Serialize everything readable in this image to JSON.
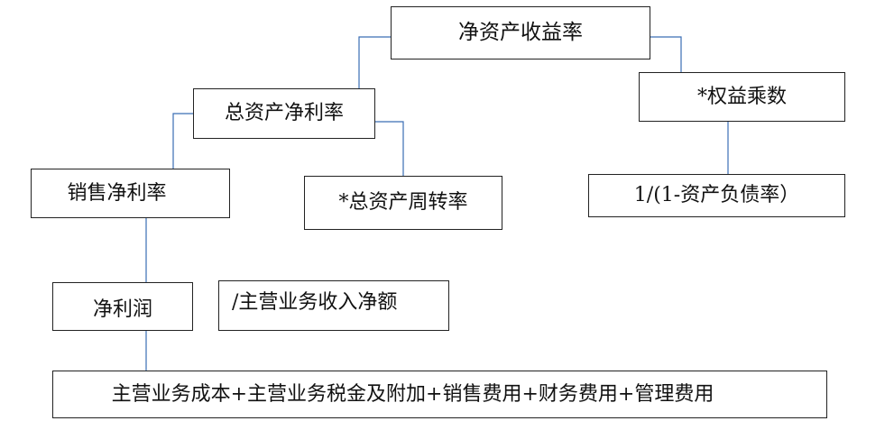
{
  "diagram": {
    "line_color": "#3a6db5",
    "box_border_color": "#222222",
    "nodes": {
      "roe": {
        "label": "净资产收益率"
      },
      "roa": {
        "label": "总资产净利率"
      },
      "equity_multiplier": {
        "label": "*权益乘数"
      },
      "net_profit_margin": {
        "label": "销售净利率"
      },
      "asset_turnover": {
        "label": "*总资产周转率"
      },
      "debt_ratio": {
        "label": "1/(1-资产负债率）"
      },
      "net_profit": {
        "label": "净利润"
      },
      "revenue": {
        "label": "/主营业务收入净额"
      },
      "costs": {
        "label": "主营业务成本+主营业务税金及附加+销售费用+财务费用+管理费用"
      }
    }
  }
}
